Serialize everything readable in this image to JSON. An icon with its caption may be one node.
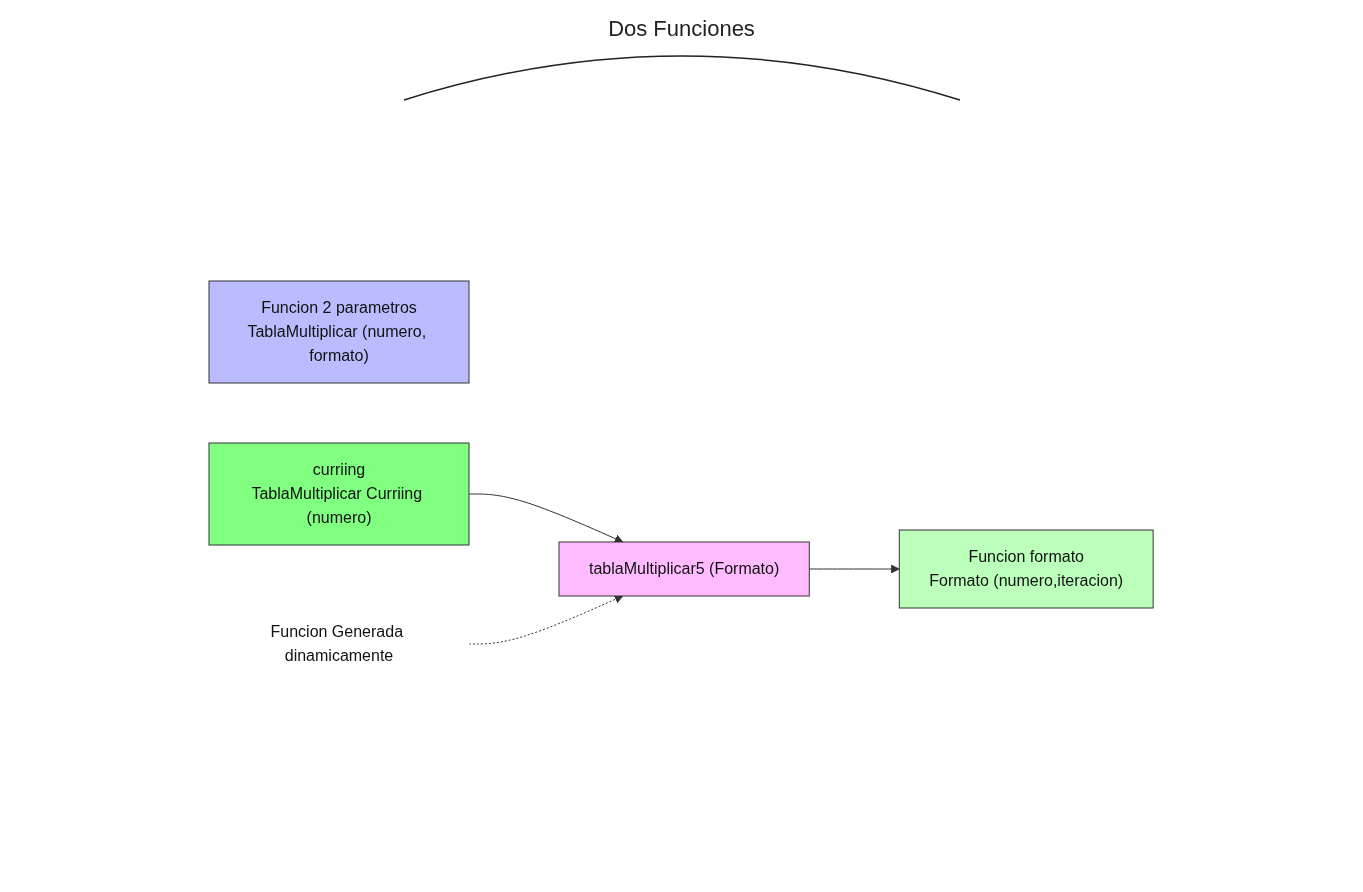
{
  "diagram": {
    "nodes": [
      {
        "text": [
          "Funcion 2 parametros",
          "TablaMultiplicar (numero, formato)"
        ]
      },
      {
        "text": [
          "curriing",
          "TablaMultiplicar Curriing (numero)"
        ]
      },
      {
        "text": [
          "tablaMultiplicar5 (Formato)"
        ]
      },
      {
        "text": [
          "Funcion formato",
          "Formato (numero,iteracion)"
        ]
      },
      {
        "text": [
          "Funcion Generada dinamicamente"
        ]
      }
    ],
    "edges": [
      {
        "from": 1,
        "to": 2,
        "arrow": "to"
      },
      {
        "from": 2,
        "to": 3,
        "arrow": "to"
      },
      {
        "from": 4,
        "to": 2,
        "arrow": "to",
        "style": "dashed"
      }
    ],
    "labels": [
      "Dos Funciones"
    ]
  }
}
